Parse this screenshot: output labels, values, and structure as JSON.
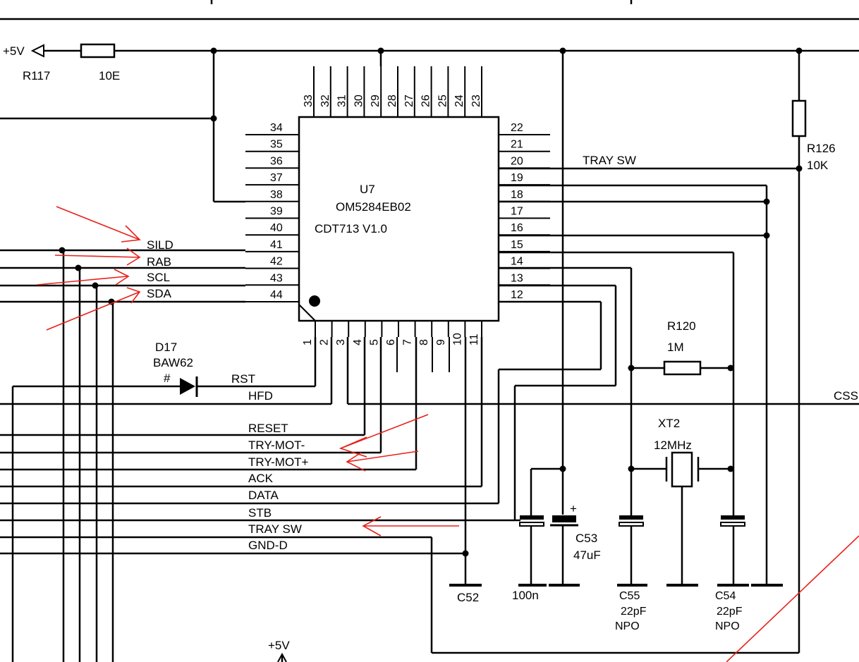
{
  "supply": {
    "top": "+5V",
    "bottom": "+5V"
  },
  "ic": {
    "ref": "U7",
    "part": "OM5284EB02",
    "variant": "CDT713 V1.0",
    "pins_top": [
      "33",
      "32",
      "31",
      "30",
      "29",
      "28",
      "27",
      "26",
      "25",
      "24",
      "23"
    ],
    "pins_left": [
      "34",
      "35",
      "36",
      "37",
      "38",
      "39",
      "40",
      "41",
      "42",
      "43",
      "44"
    ],
    "pins_right": [
      "22",
      "21",
      "20",
      "19",
      "18",
      "17",
      "16",
      "15",
      "14",
      "13",
      "12"
    ],
    "pins_bottom": [
      "1",
      "2",
      "3",
      "4",
      "5",
      "6",
      "7",
      "8",
      "9",
      "10",
      "11"
    ]
  },
  "components": {
    "r117_ref": "R117",
    "r117_val": "10E",
    "r126_ref": "R126",
    "r126_val": "10K",
    "r120_ref": "R120",
    "r120_val": "1M",
    "d17_ref": "D17",
    "d17_val": "BAW62",
    "d17_mark": "#",
    "xt2_ref": "XT2",
    "xt2_val": "12MHz",
    "c53_ref": "C53",
    "c53_val": "47uF",
    "c53_pol": "+",
    "c52_ref": "C52",
    "c100n_val": "100n",
    "c55_ref": "C55",
    "c55_val": "22pF",
    "c55_type": "NPO",
    "c54_ref": "C54",
    "c54_val": "22pF",
    "c54_type": "NPO"
  },
  "nets": {
    "sild": "SILD",
    "rab": "RAB",
    "scl": "SCL",
    "sda": "SDA",
    "rst": "RST",
    "hfd": "HFD",
    "reset": "RESET",
    "try_mot_minus": "TRY-MOT-",
    "try_mot_plus": "TRY-MOT+",
    "ack": "ACK",
    "data": "DATA",
    "stb": "STB",
    "tray_sw_left": "TRAY SW",
    "gnd_d": "GND-D",
    "tray_sw_right": "TRAY SW",
    "css": "CSS"
  },
  "annotation_color": "#e8201a",
  "ink_color": "#000000"
}
